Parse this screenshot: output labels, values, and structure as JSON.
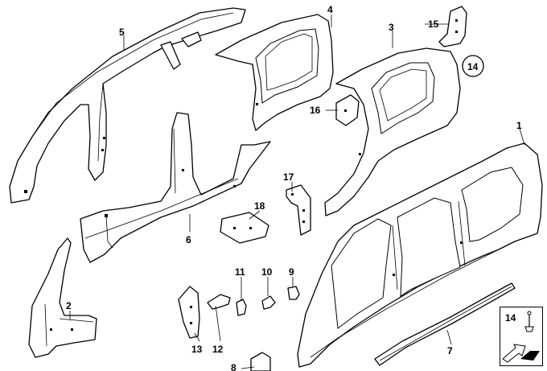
{
  "callouts": {
    "p1": "1",
    "p2": "2",
    "p3": "3",
    "p4": "4",
    "p5": "5",
    "p6": "6",
    "p7": "7",
    "p8": "8",
    "p9": "9",
    "p10": "10",
    "p11": "11",
    "p12": "12",
    "p13": "13",
    "p14_circled": "14",
    "p15": "15",
    "p16": "16",
    "p17": "17",
    "p18": "18"
  },
  "legend": {
    "number": "14"
  }
}
